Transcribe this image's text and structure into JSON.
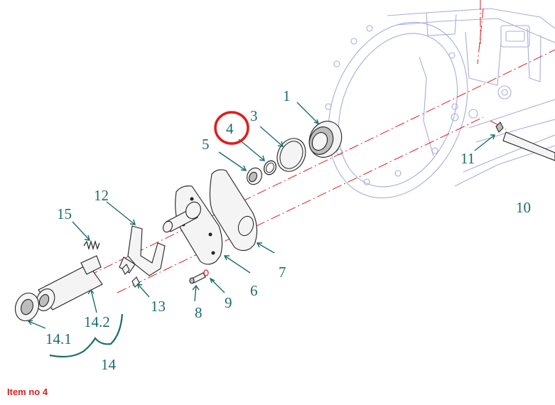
{
  "diagram": {
    "callouts": {
      "c1": "1",
      "c3": "3",
      "c4": "4",
      "c5": "5",
      "c6": "6",
      "c7": "7",
      "c8": "8",
      "c9": "9",
      "c10": "10",
      "c11": "11",
      "c12": "12",
      "c13": "13",
      "c14": "14",
      "c14_1": "14.1",
      "c14_2": "14.2",
      "c15": "15"
    },
    "highlight": {
      "item": "4",
      "color": "#e01e1e"
    },
    "colors": {
      "label": "#1a6d6a",
      "axis": "#e01e1e",
      "housing": "#a9addb"
    }
  },
  "caption": "Item no 4"
}
